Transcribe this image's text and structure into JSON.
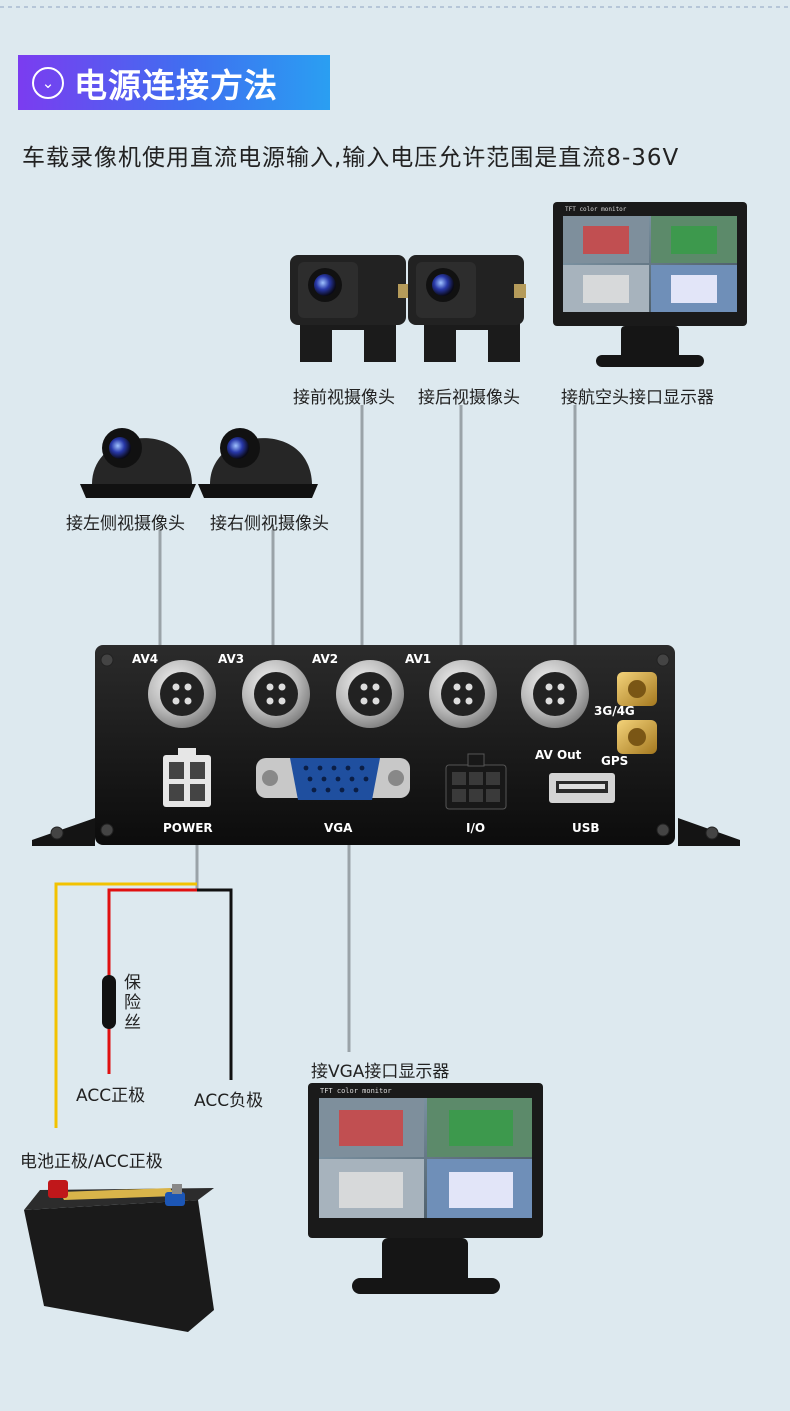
{
  "header": {
    "title": "电源连接方法",
    "icon": "chevron-down-circle-icon"
  },
  "subtitle": "车载录像机使用直流电源输入,输入电压允许范围是直流8-36V",
  "monitor_text": "TFT color monitor",
  "labels": {
    "front_cam": "接前视摄像头",
    "rear_cam": "接后视摄像头",
    "aviation_monitor": "接航空头接口显示器",
    "left_cam": "接左侧视摄像头",
    "right_cam": "接右侧视摄像头",
    "vga_monitor": "接VGA接口显示器",
    "fuse": "保险丝",
    "acc_pos": "ACC正极",
    "acc_neg": "ACC负极",
    "battery": "电池正极/ACC正极"
  },
  "ports": {
    "av4": "AV4",
    "av3": "AV3",
    "av2": "AV2",
    "av1": "AV1",
    "g34": "3G/4G",
    "av_out": "AV Out",
    "gps": "GPS",
    "power": "POWER",
    "vga": "VGA",
    "io": "I/O",
    "usb": "USB"
  },
  "colors": {
    "wire_yellow": "#f2c200",
    "wire_red": "#e01010",
    "wire_black": "#111111",
    "line_gray": "#9aa3a8"
  }
}
